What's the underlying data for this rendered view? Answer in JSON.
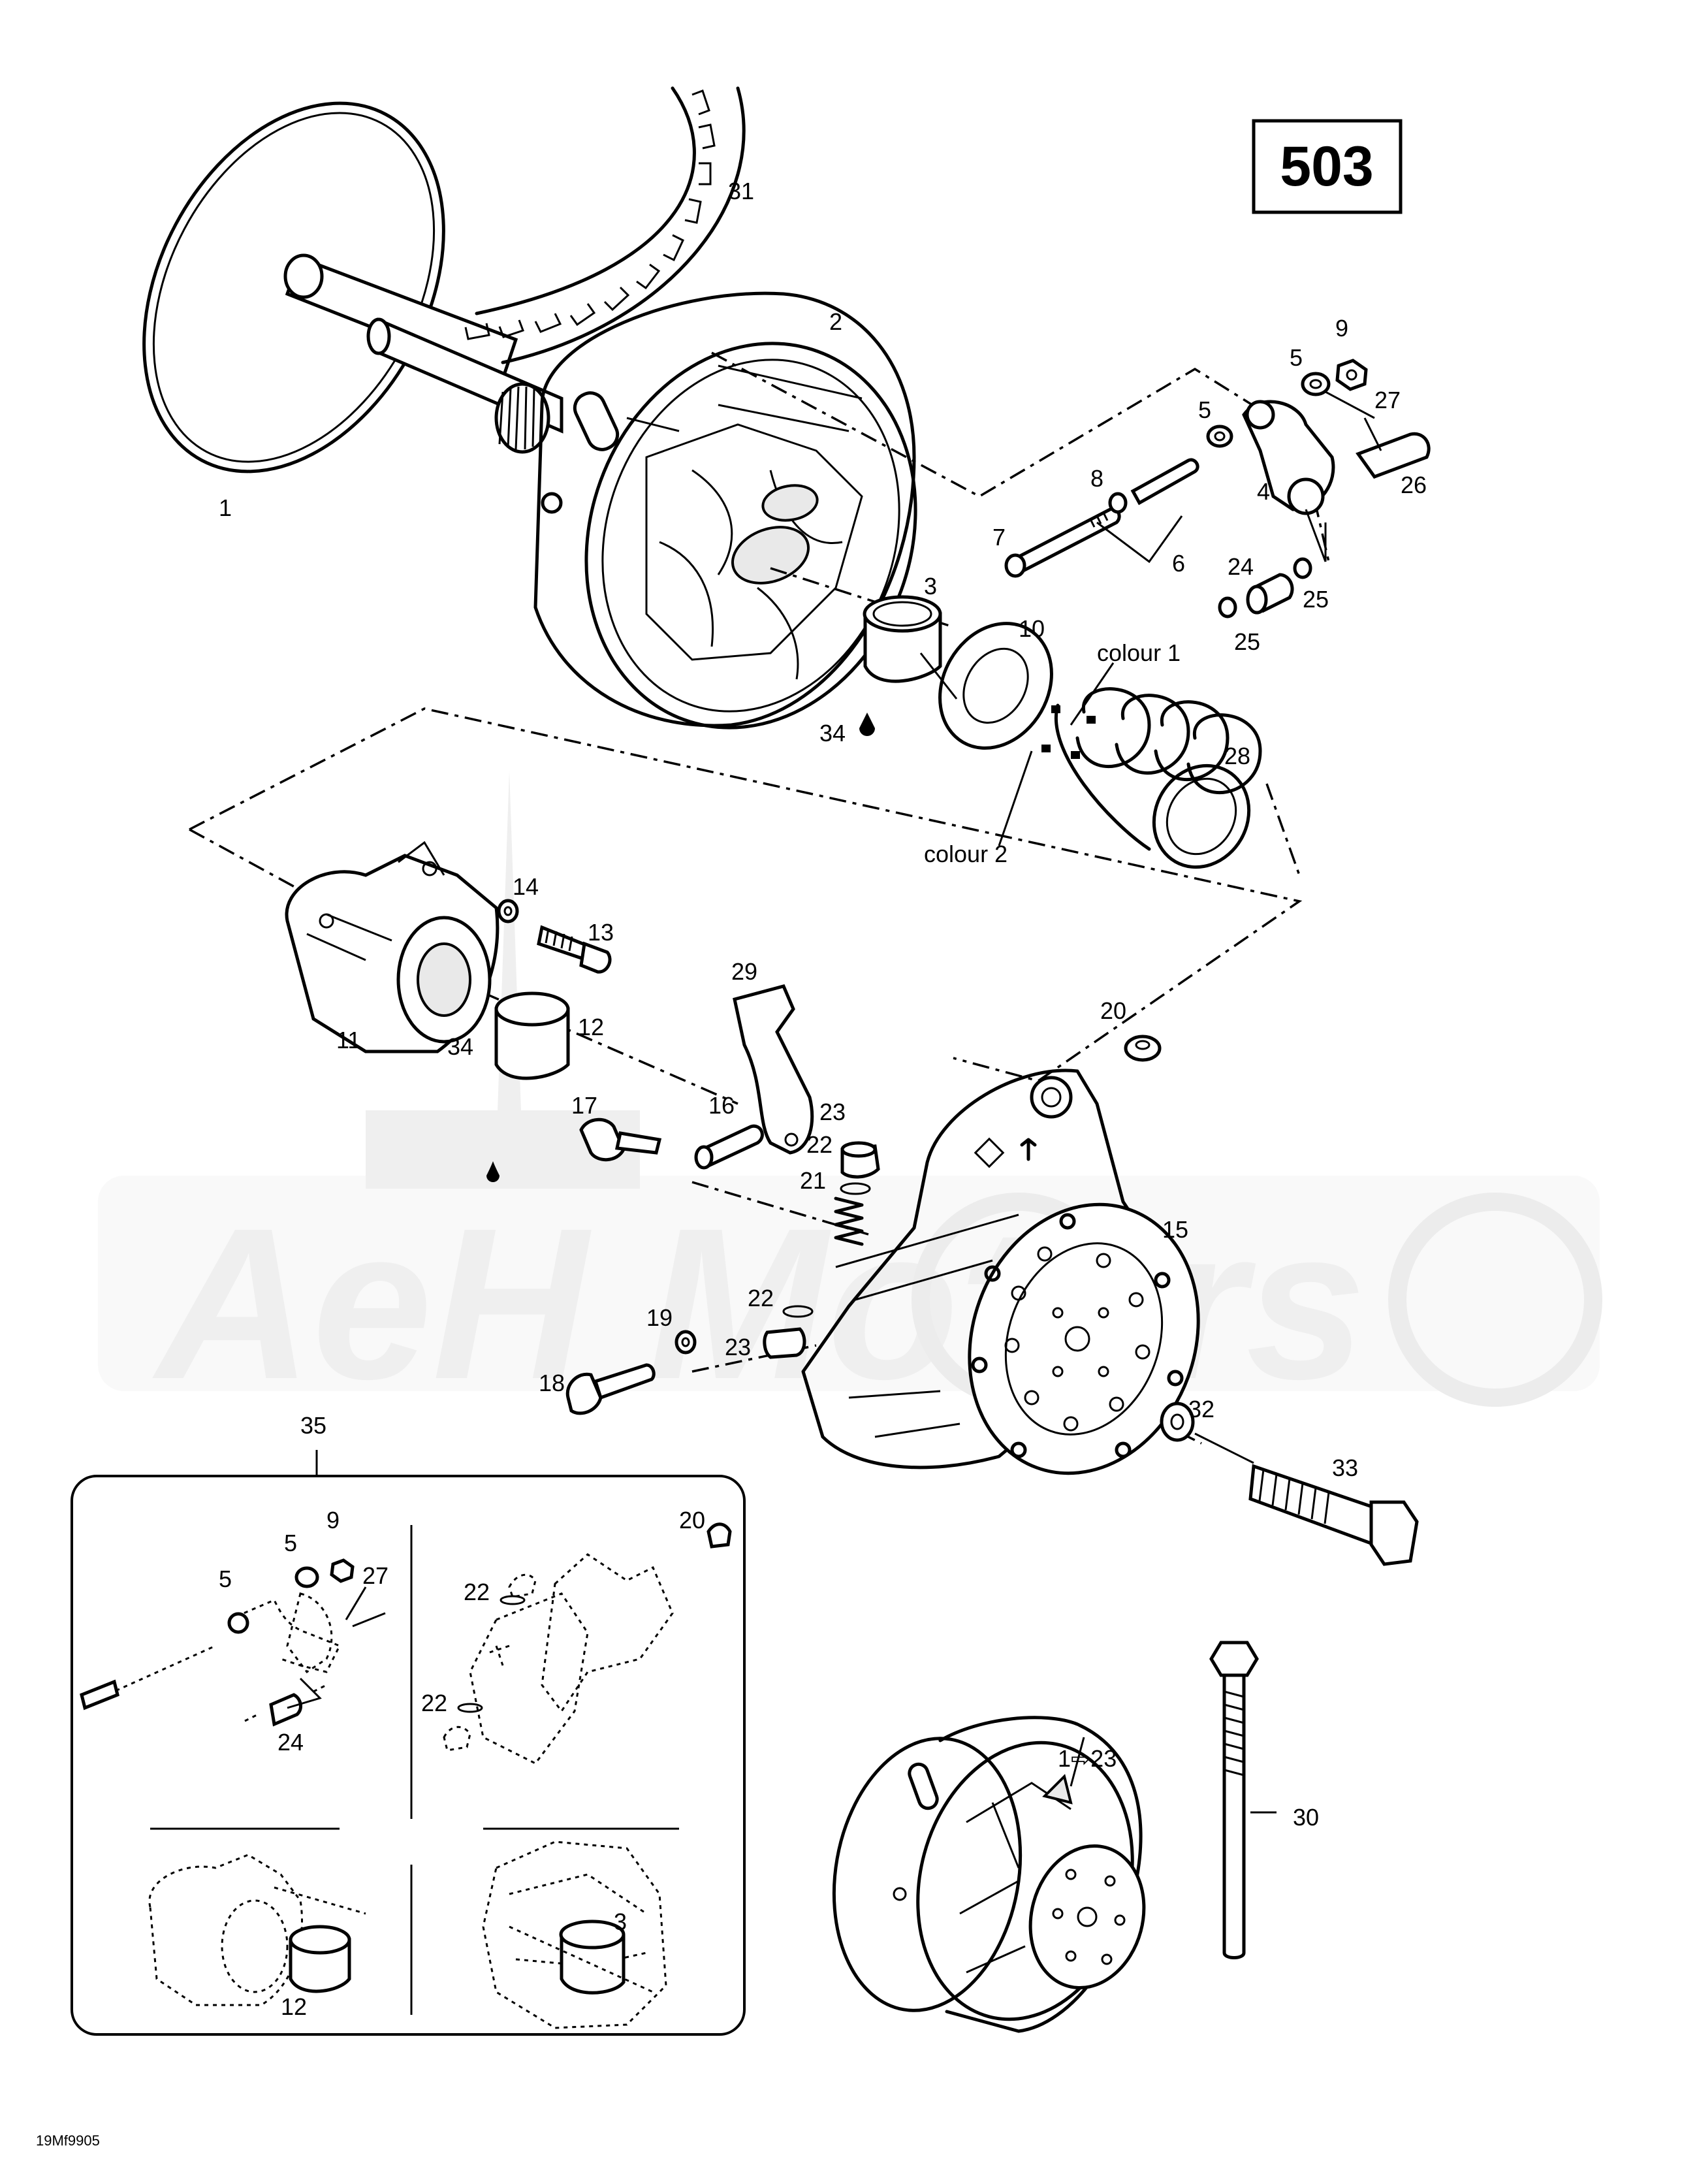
{
  "page_number": "503",
  "drawing_code": "19Mf9905",
  "watermark_text": "AeH Motors",
  "callouts": [
    {
      "id": "c1",
      "text": "1"
    },
    {
      "id": "c2",
      "text": "2"
    },
    {
      "id": "c3",
      "text": "3"
    },
    {
      "id": "c4",
      "text": "4"
    },
    {
      "id": "c5a",
      "text": "5"
    },
    {
      "id": "c5b",
      "text": "5"
    },
    {
      "id": "c6",
      "text": "6"
    },
    {
      "id": "c7",
      "text": "7"
    },
    {
      "id": "c8",
      "text": "8"
    },
    {
      "id": "c9",
      "text": "9"
    },
    {
      "id": "c10",
      "text": "10"
    },
    {
      "id": "c11",
      "text": "11"
    },
    {
      "id": "c12",
      "text": "12"
    },
    {
      "id": "c13",
      "text": "13"
    },
    {
      "id": "c14",
      "text": "14"
    },
    {
      "id": "c15",
      "text": "15"
    },
    {
      "id": "c16",
      "text": "16"
    },
    {
      "id": "c17",
      "text": "17"
    },
    {
      "id": "c18",
      "text": "18"
    },
    {
      "id": "c19",
      "text": "19"
    },
    {
      "id": "c20",
      "text": "20"
    },
    {
      "id": "c21",
      "text": "21"
    },
    {
      "id": "c22a",
      "text": "22"
    },
    {
      "id": "c22b",
      "text": "22"
    },
    {
      "id": "c23a",
      "text": "23"
    },
    {
      "id": "c23b",
      "text": "23"
    },
    {
      "id": "c24",
      "text": "24"
    },
    {
      "id": "c25a",
      "text": "25"
    },
    {
      "id": "c25b",
      "text": "25"
    },
    {
      "id": "c26",
      "text": "26"
    },
    {
      "id": "c27",
      "text": "27"
    },
    {
      "id": "c28",
      "text": "28"
    },
    {
      "id": "c29",
      "text": "29"
    },
    {
      "id": "c30",
      "text": "30"
    },
    {
      "id": "c31",
      "text": "31"
    },
    {
      "id": "c32",
      "text": "32"
    },
    {
      "id": "c33",
      "text": "33"
    },
    {
      "id": "c34a",
      "text": "34"
    },
    {
      "id": "c34b",
      "text": "34"
    },
    {
      "id": "c35",
      "text": "35"
    },
    {
      "id": "c_colour1",
      "text": "colour 1"
    },
    {
      "id": "c_colour2",
      "text": "colour 2"
    },
    {
      "id": "c_assy",
      "text": "1⇨23"
    }
  ],
  "inset_callouts": [
    {
      "id": "i5a",
      "text": "5"
    },
    {
      "id": "i5b",
      "text": "5"
    },
    {
      "id": "i9",
      "text": "9"
    },
    {
      "id": "i27",
      "text": "27"
    },
    {
      "id": "i24",
      "text": "24"
    },
    {
      "id": "i20",
      "text": "20"
    },
    {
      "id": "i22a",
      "text": "22"
    },
    {
      "id": "i22b",
      "text": "22"
    },
    {
      "id": "i12",
      "text": "12"
    },
    {
      "id": "i3",
      "text": "3"
    }
  ]
}
